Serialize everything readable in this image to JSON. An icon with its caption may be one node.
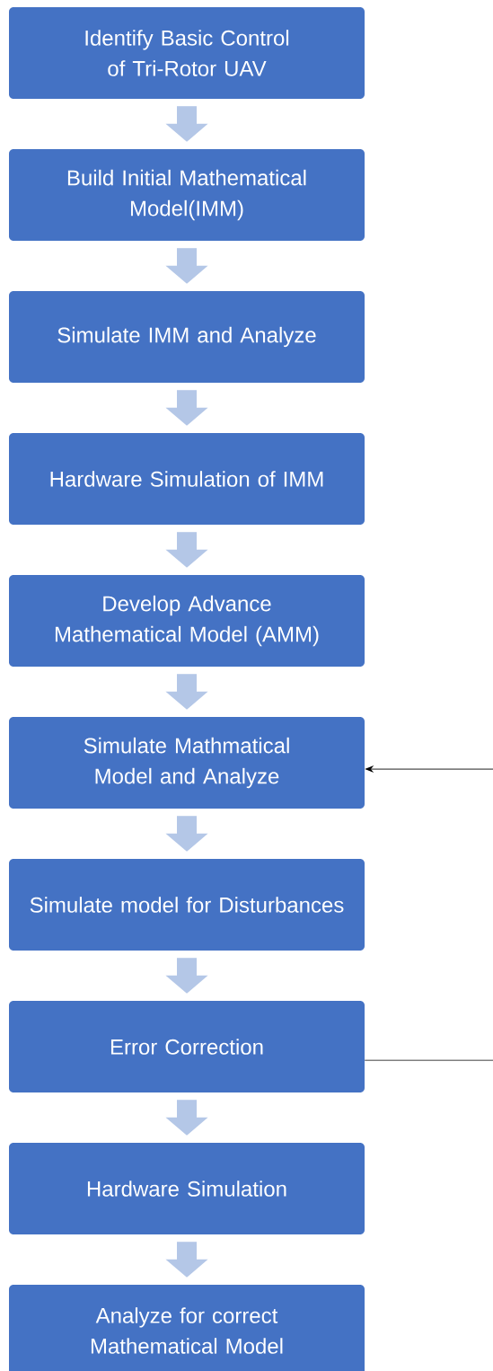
{
  "diagram": {
    "nodes": [
      {
        "text": [
          "Identify Basic Control of Tri-Rotor UAV"
        ]
      },
      {
        "text": [
          "Build Initial Mathematical Model(IMM)"
        ]
      },
      {
        "text": [
          "Simulate IMM and Analyze"
        ]
      },
      {
        "text": [
          "Hardware Simulation of IMM"
        ]
      },
      {
        "text": [
          "Develop Advance Mathematical Model (AMM)"
        ]
      },
      {
        "text": [
          "Simulate Mathmatical Model and Analyze"
        ]
      },
      {
        "text": [
          "Simulate model for Disturbances"
        ]
      },
      {
        "text": [
          "Error Correction"
        ]
      },
      {
        "text": [
          "Hardware Simulation"
        ]
      },
      {
        "text": [
          "Analyze for correct Mathematical Model"
        ]
      }
    ],
    "edges": [
      {
        "from": 0,
        "to": 1,
        "arrow": "to"
      },
      {
        "from": 1,
        "to": 2,
        "arrow": "to"
      },
      {
        "from": 2,
        "to": 3,
        "arrow": "to"
      },
      {
        "from": 3,
        "to": 4,
        "arrow": "to"
      },
      {
        "from": 4,
        "to": 5,
        "arrow": "to"
      },
      {
        "from": 5,
        "to": 6,
        "arrow": "to"
      },
      {
        "from": 6,
        "to": 7,
        "arrow": "to"
      },
      {
        "from": 7,
        "to": 8,
        "arrow": "to"
      },
      {
        "from": 8,
        "to": 9,
        "arrow": "to"
      },
      {
        "from": null,
        "to": 5,
        "arrow": "to",
        "color": "#000000"
      },
      {
        "from": 7,
        "to": null,
        "arrow": "none",
        "color": "#000000"
      }
    ]
  }
}
